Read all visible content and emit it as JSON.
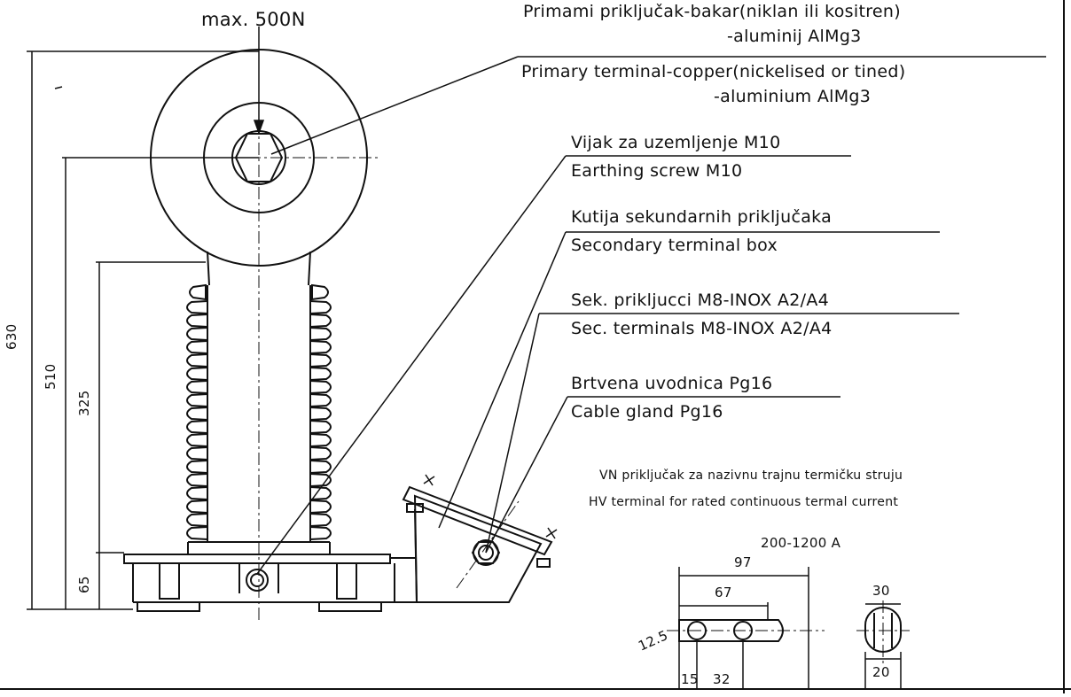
{
  "load": {
    "text": "max. 500N"
  },
  "primary_terminal": {
    "hr_line1": "Primami priključak-bakar(niklan ili kositren)",
    "hr_line2": "-aluminij AlMg3",
    "en_line1": "Primary terminal-copper(nickelised or tined)",
    "en_line2": "-aluminium AlMg3"
  },
  "earthing": {
    "hr": "Vijak za uzemljenje M10",
    "en": "Earthing screw M10"
  },
  "secondary_box": {
    "hr": "Kutija sekundarnih priključaka",
    "en": "Secondary terminal box"
  },
  "secondary_terminals": {
    "hr": "Sek. prikljucci M8-INOX A2/A4",
    "en": "Sec. terminals M8-INOX A2/A4"
  },
  "cable_gland": {
    "hr": "Brtvena uvodnica Pg16",
    "en": "Cable gland Pg16"
  },
  "hv_terminal": {
    "hr": "VN priključak za nazivnu trajnu termičku struju",
    "en": "HV terminal for rated continuous termal current",
    "range": "200-1200 A"
  },
  "dimensions": {
    "h630": "630",
    "h510": "510",
    "h325": "325",
    "h65": "65",
    "d97": "97",
    "d67": "67",
    "d12_5": "12.5",
    "d15": "15",
    "d32": "32",
    "d30": "30",
    "d20": "20"
  }
}
